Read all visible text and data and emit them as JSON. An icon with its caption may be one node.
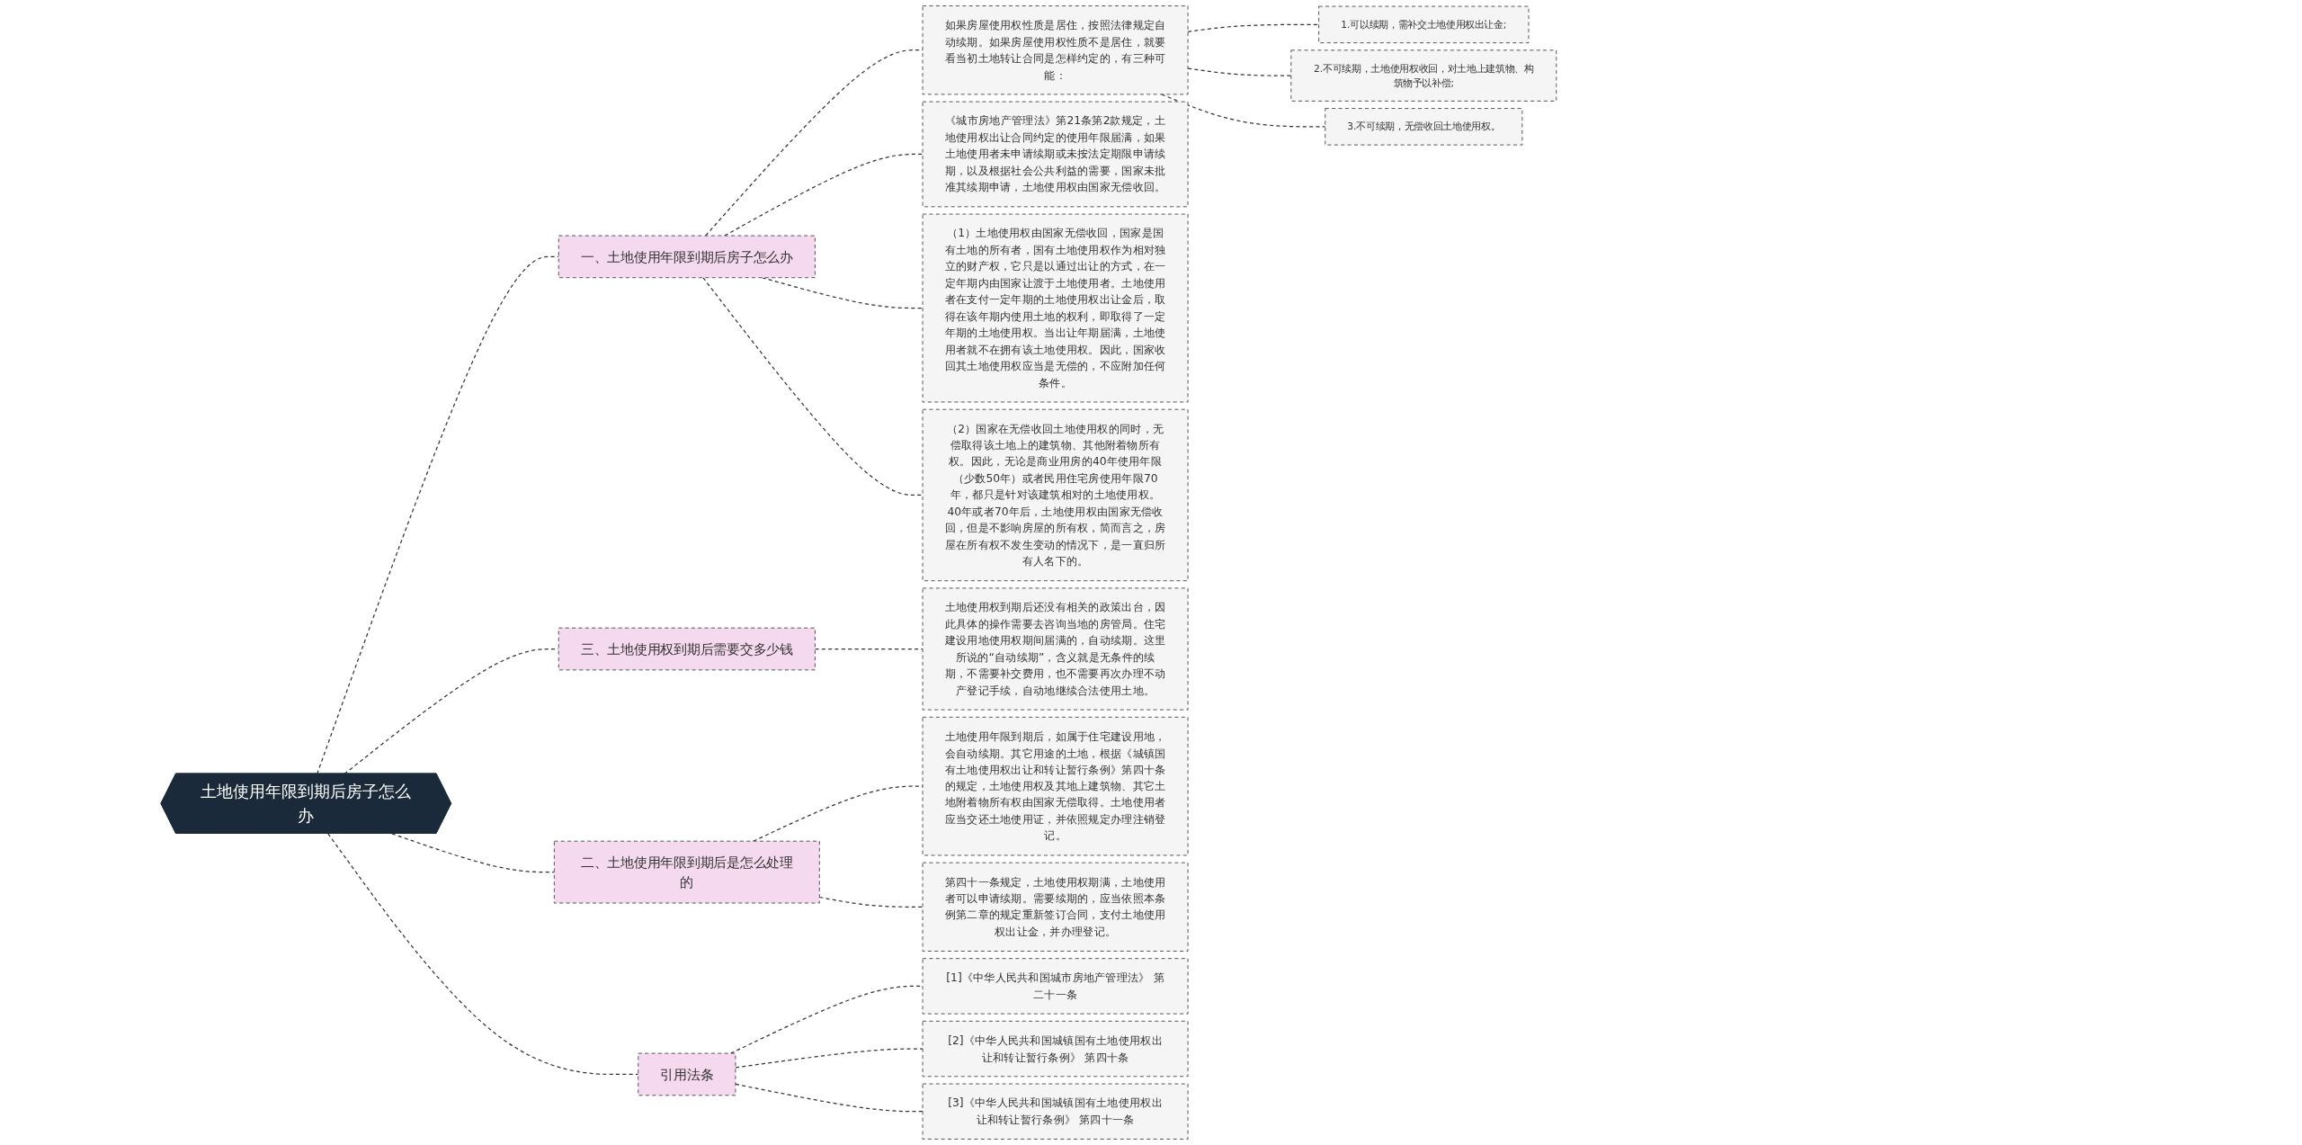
{
  "diagram": {
    "nodes": [
      {
        "text": [
          "土地使用年限到期后房子怎么办"
        ]
      },
      {
        "text": [
          "一、土地使用年限到期后房子怎么办"
        ]
      },
      {
        "text": [
          "如果房屋使用权性质是居住，按照法律规定自动续期。如果房屋使用权性质不是居住，就要看当初土地转让合同是怎样约定的，有三种可能："
        ]
      },
      {
        "text": [
          "1.可以续期，需补交土地使用权出让金;"
        ]
      },
      {
        "text": [
          "2.不可续期，土地使用权收回，对土地上建筑物、构筑物予以补偿;"
        ]
      },
      {
        "text": [
          "3.不可续期，无偿收回土地使用权。"
        ]
      },
      {
        "text": [
          "《城市房地产管理法》第21条第2款规定，土地使用权出让合同约定的使用年限届满，如果土地使用者未申请续期或未按法定期限申请续期，以及根据社会公共利益的需要，国家未批准其续期申请，土地使用权由国家无偿收回。"
        ]
      },
      {
        "text": [
          "（1）土地使用权由国家无偿收回，国家是国有土地的所有者，国有土地使用权作为相对独立的财产权，它只是以通过出让的方式，在一定年期内由国家让渡于土地使用者。土地使用者在支付一定年期的土地使用权出让金后，取得在该年期内使用土地的权利，即取得了一定年期的土地使用权。当出让年期届满，土地使用者就不在拥有该土地使用权。因此，国家收回其土地使用权应当是无偿的，不应附加任何条件。"
        ]
      },
      {
        "text": [
          "（2）国家在无偿收回土地使用权的同时，无偿取得该土地上的建筑物、其他附着物所有权。因此，无论是商业用房的40年使用年限（少数50年）或者民用住宅房使用年限70年，都只是针对该建筑相对的土地使用权。40年或者70年后，土地使用权由国家无偿收回，但是不影响房屋的所有权，简而言之，房屋在所有权不发生变动的情况下，是一直归所有人名下的。"
        ]
      },
      {
        "text": [
          "三、土地使用权到期后需要交多少钱"
        ]
      },
      {
        "text": [
          "土地使用权到期后还没有相关的政策出台，因此具体的操作需要去咨询当地的房管局。住宅建设用地使用权期间届满的，自动续期。这里所说的“自动续期”，含义就是无条件的续期，不需要补交费用，也不需要再次办理不动产登记手续，自动地继续合法使用土地。"
        ]
      },
      {
        "text": [
          "二、土地使用年限到期后是怎么处理的"
        ]
      },
      {
        "text": [
          "土地使用年限到期后，如属于住宅建设用地，会自动续期。其它用途的土地，根据《城镇国有土地使用权出让和转让暂行条例》第四十条的规定，土地使用权及其地上建筑物、其它土地附着物所有权由国家无偿取得。土地使用者应当交还土地使用证，并依照规定办理注销登记。"
        ]
      },
      {
        "text": [
          "第四十一条规定，土地使用权期满，土地使用者可以申请续期。需要续期的，应当依照本条例第二章的规定重新签订合同，支付土地使用权出让金，并办理登记。"
        ]
      },
      {
        "text": [
          "引用法条"
        ]
      },
      {
        "text": [
          "[1]《中华人民共和国城市房地产管理法》 第二十一条"
        ]
      },
      {
        "text": [
          "[2]《中华人民共和国城镇国有土地使用权出让和转让暂行条例》 第四十条"
        ]
      },
      {
        "text": [
          "[3]《中华人民共和国城镇国有土地使用权出让和转让暂行条例》 第四十一条"
        ]
      }
    ],
    "edges": [
      {
        "from": 0,
        "to": 1,
        "arrow": "none",
        "style": "dashed"
      },
      {
        "from": 1,
        "to": 2,
        "arrow": "none",
        "style": "dashed"
      },
      {
        "from": 2,
        "to": 3,
        "arrow": "none",
        "style": "dashed"
      },
      {
        "from": 2,
        "to": 4,
        "arrow": "none",
        "style": "dashed"
      },
      {
        "from": 2,
        "to": 5,
        "arrow": "none",
        "style": "dashed"
      },
      {
        "from": 1,
        "to": 6,
        "arrow": "none",
        "style": "dashed"
      },
      {
        "from": 1,
        "to": 7,
        "arrow": "none",
        "style": "dashed"
      },
      {
        "from": 1,
        "to": 8,
        "arrow": "none",
        "style": "dashed"
      },
      {
        "from": 0,
        "to": 9,
        "arrow": "none",
        "style": "dashed"
      },
      {
        "from": 9,
        "to": 10,
        "arrow": "none",
        "style": "dashed"
      },
      {
        "from": 0,
        "to": 11,
        "arrow": "none",
        "style": "dashed"
      },
      {
        "from": 11,
        "to": 12,
        "arrow": "none",
        "style": "dashed"
      },
      {
        "from": 11,
        "to": 13,
        "arrow": "none",
        "style": "dashed"
      },
      {
        "from": 0,
        "to": 14,
        "arrow": "none",
        "style": "dashed"
      },
      {
        "from": 14,
        "to": 15,
        "arrow": "none",
        "style": "dashed"
      },
      {
        "from": 14,
        "to": 16,
        "arrow": "none",
        "style": "dashed"
      },
      {
        "from": 14,
        "to": 17,
        "arrow": "none",
        "style": "dashed"
      }
    ]
  }
}
